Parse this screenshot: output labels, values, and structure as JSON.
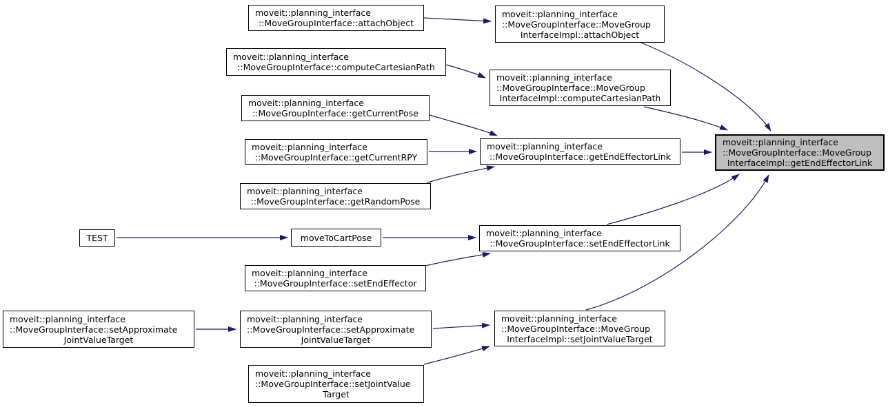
{
  "diagram_type": "doxygen-call-graph",
  "colors": {
    "background": "#ffffff",
    "node_fill": "#ffffff",
    "node_border": "#000000",
    "edge": "#191970",
    "highlight_fill": "#bfbfbf"
  },
  "highlighted_node": "get_end_effector_link_impl",
  "nodes": {
    "test": {
      "line1": "TEST"
    },
    "attach_object": {
      "line1": "moveit::planning_interface",
      "line2": "::MoveGroupInterface::attachObject"
    },
    "attach_object_impl": {
      "line1": "moveit::planning_interface",
      "line2": "::MoveGroupInterface::MoveGroup",
      "line3": "InterfaceImpl::attachObject"
    },
    "compute_cartesian_path": {
      "line1": "moveit::planning_interface",
      "line2": "::MoveGroupInterface::computeCartesianPath"
    },
    "compute_cartesian_path_impl": {
      "line1": "moveit::planning_interface",
      "line2": "::MoveGroupInterface::MoveGroup",
      "line3": "InterfaceImpl::computeCartesianPath"
    },
    "get_current_pose": {
      "line1": "moveit::planning_interface",
      "line2": "::MoveGroupInterface::getCurrentPose"
    },
    "get_current_rpy": {
      "line1": "moveit::planning_interface",
      "line2": "::MoveGroupInterface::getCurrentRPY"
    },
    "get_random_pose": {
      "line1": "moveit::planning_interface",
      "line2": "::MoveGroupInterface::getRandomPose"
    },
    "get_end_effector_link": {
      "line1": "moveit::planning_interface",
      "line2": "::MoveGroupInterface::getEndEffectorLink"
    },
    "get_end_effector_link_impl": {
      "line1": "moveit::planning_interface",
      "line2": "::MoveGroupInterface::MoveGroup",
      "line3": "InterfaceImpl::getEndEffectorLink"
    },
    "move_to_cart_pose": {
      "line1": "moveToCartPose"
    },
    "set_end_effector_link": {
      "line1": "moveit::planning_interface",
      "line2": "::MoveGroupInterface::setEndEffectorLink"
    },
    "set_end_effector": {
      "line1": "moveit::planning_interface",
      "line2": "::MoveGroupInterface::setEndEffector"
    },
    "set_approximate_joint_value_target_caller": {
      "line1": "moveit::planning_interface",
      "line2": "::MoveGroupInterface::setApproximate",
      "line3": "JointValueTarget"
    },
    "set_approximate_joint_value_target": {
      "line1": "moveit::planning_interface",
      "line2": "::MoveGroupInterface::setApproximate",
      "line3": "JointValueTarget"
    },
    "set_joint_value_target_impl": {
      "line1": "moveit::planning_interface",
      "line2": "::MoveGroupInterface::MoveGroup",
      "line3": "InterfaceImpl::setJointValueTarget"
    },
    "set_joint_value_target": {
      "line1": "moveit::planning_interface",
      "line2": "::MoveGroupInterface::setJointValue",
      "line3": "Target"
    }
  },
  "edges": [
    {
      "from": "attach_object",
      "to": "attach_object_impl"
    },
    {
      "from": "compute_cartesian_path",
      "to": "compute_cartesian_path_impl"
    },
    {
      "from": "get_current_pose",
      "to": "get_end_effector_link"
    },
    {
      "from": "get_current_rpy",
      "to": "get_end_effector_link"
    },
    {
      "from": "get_random_pose",
      "to": "get_end_effector_link"
    },
    {
      "from": "get_end_effector_link",
      "to": "get_end_effector_link_impl"
    },
    {
      "from": "attach_object_impl",
      "to": "get_end_effector_link_impl"
    },
    {
      "from": "compute_cartesian_path_impl",
      "to": "get_end_effector_link_impl"
    },
    {
      "from": "set_end_effector_link",
      "to": "get_end_effector_link_impl"
    },
    {
      "from": "set_joint_value_target_impl",
      "to": "get_end_effector_link_impl"
    },
    {
      "from": "test",
      "to": "move_to_cart_pose"
    },
    {
      "from": "move_to_cart_pose",
      "to": "set_end_effector_link"
    },
    {
      "from": "set_end_effector",
      "to": "set_end_effector_link"
    },
    {
      "from": "set_approximate_joint_value_target_caller",
      "to": "set_approximate_joint_value_target"
    },
    {
      "from": "set_approximate_joint_value_target",
      "to": "set_joint_value_target_impl"
    },
    {
      "from": "set_joint_value_target",
      "to": "set_joint_value_target_impl"
    }
  ]
}
